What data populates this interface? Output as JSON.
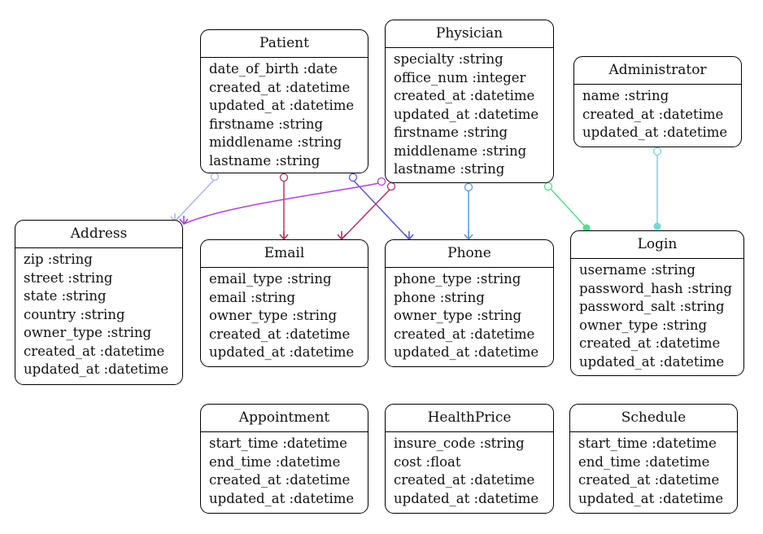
{
  "entities": {
    "patient": {
      "title": "Patient",
      "attributes": [
        "date_of_birth :date",
        "created_at :datetime",
        "updated_at :datetime",
        "firstname :string",
        "middlename :string",
        "lastname :string"
      ]
    },
    "physician": {
      "title": "Physician",
      "attributes": [
        "specialty :string",
        "office_num :integer",
        "created_at :datetime",
        "updated_at :datetime",
        "firstname :string",
        "middlename :string",
        "lastname :string"
      ]
    },
    "administrator": {
      "title": "Administrator",
      "attributes": [
        "name :string",
        "created_at :datetime",
        "updated_at :datetime"
      ]
    },
    "address": {
      "title": "Address",
      "attributes": [
        "zip :string",
        "street :string",
        "state :string",
        "country :string",
        "owner_type :string",
        "created_at :datetime",
        "updated_at :datetime"
      ]
    },
    "email": {
      "title": "Email",
      "attributes": [
        "email_type :string",
        "email :string",
        "owner_type :string",
        "created_at :datetime",
        "updated_at :datetime"
      ]
    },
    "phone": {
      "title": "Phone",
      "attributes": [
        "phone_type :string",
        "phone :string",
        "owner_type :string",
        "created_at :datetime",
        "updated_at :datetime"
      ]
    },
    "login": {
      "title": "Login",
      "attributes": [
        "username :string",
        "password_hash :string",
        "password_salt :string",
        "owner_type :string",
        "created_at :datetime",
        "updated_at :datetime"
      ]
    },
    "appointment": {
      "title": "Appointment",
      "attributes": [
        "start_time :datetime",
        "end_time :datetime",
        "created_at :datetime",
        "updated_at :datetime"
      ]
    },
    "healthprice": {
      "title": "HealthPrice",
      "attributes": [
        "insure_code :string",
        "cost :float",
        "created_at :datetime",
        "updated_at :datetime"
      ]
    },
    "schedule": {
      "title": "Schedule",
      "attributes": [
        "start_time :datetime",
        "end_time :datetime",
        "created_at :datetime",
        "updated_at :datetime"
      ]
    }
  },
  "relationships": [
    {
      "from": "Patient",
      "to": "Address",
      "color": "#aab4e8"
    },
    {
      "from": "Patient",
      "to": "Email",
      "color": "#b03a5e"
    },
    {
      "from": "Patient",
      "to": "Phone",
      "color": "#5858d0"
    },
    {
      "from": "Physician",
      "to": "Address",
      "color": "#b040e0"
    },
    {
      "from": "Physician",
      "to": "Email",
      "color": "#b0306a"
    },
    {
      "from": "Physician",
      "to": "Phone",
      "color": "#5a9ad8"
    },
    {
      "from": "Physician",
      "to": "Login",
      "color": "#50e090"
    },
    {
      "from": "Administrator",
      "to": "Login",
      "color": "#70d8d8"
    }
  ]
}
